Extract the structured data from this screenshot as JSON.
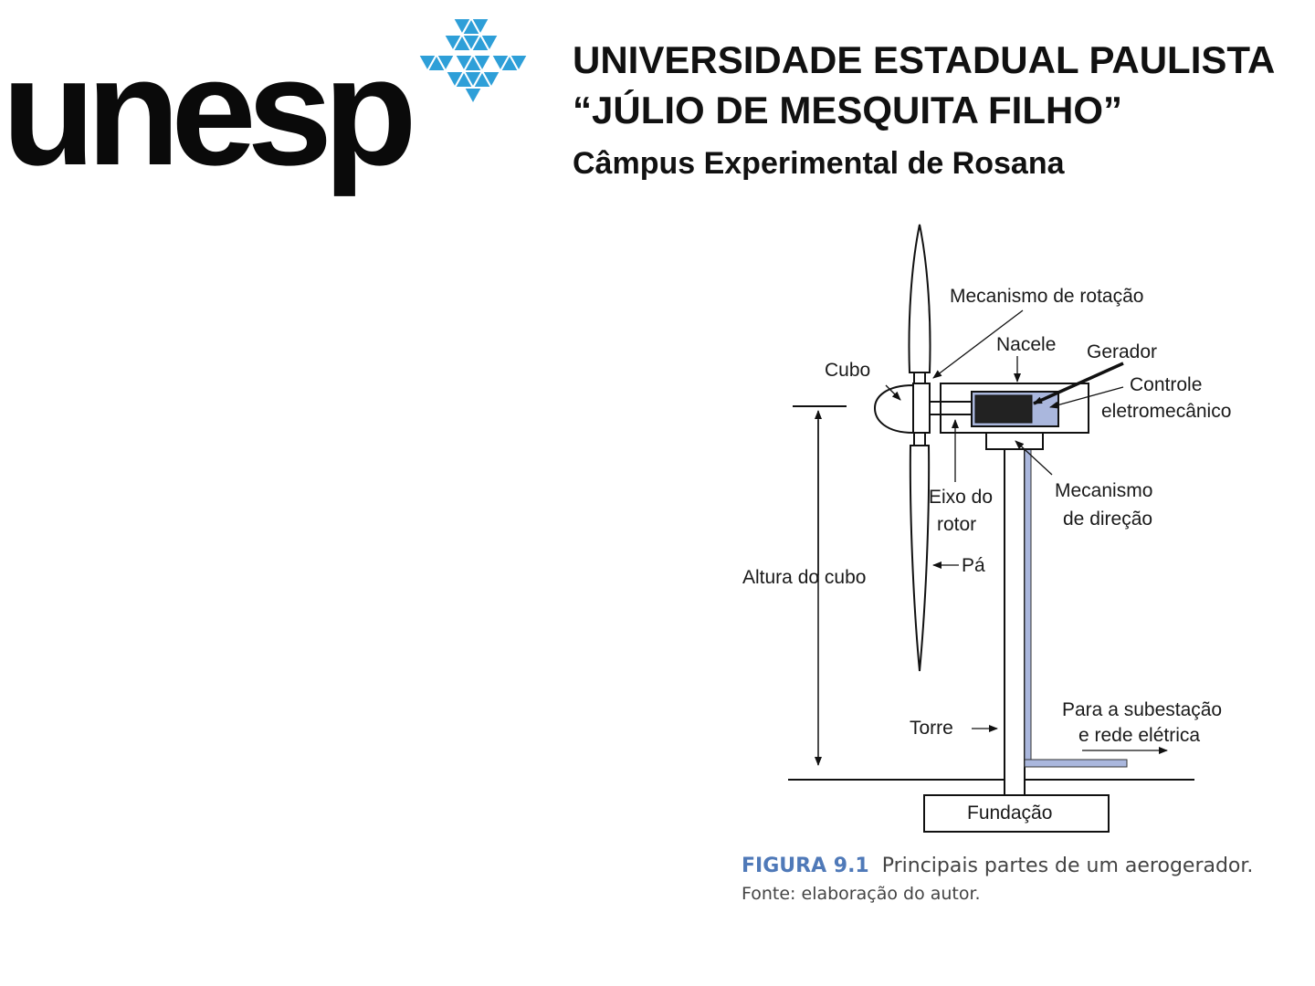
{
  "header": {
    "logo_text": "unesp",
    "university_name": "UNIVERSIDADE ESTADUAL PAULISTA",
    "university_subtitle": "“JÚLIO DE MESQUITA FILHO”",
    "campus": "Câmpus Experimental de Rosana",
    "logo_color": "#2e9fd8"
  },
  "diagram": {
    "labels": {
      "rotation_mechanism": "Mecanismo de rotação",
      "nacelle": "Nacele",
      "generator": "Gerador",
      "hub": "Cubo",
      "control_line1": "Controle",
      "control_line2": "eletromecânico",
      "shaft_line1": "Eixo do",
      "shaft_line2": "rotor",
      "yaw_line1": "Mecanismo",
      "yaw_line2": "de direção",
      "blade": "Pá",
      "hub_height": "Altura do cubo",
      "substation_line1": "Para a subestação",
      "substation_line2": "e rede elétrica",
      "tower": "Torre",
      "foundation": "Fundação"
    },
    "cable_color": "#aab7dd",
    "generator_color": "#222222"
  },
  "caption": {
    "figure_number": "FIGURA 9.1",
    "text": "Principais partes de um aerogerador.",
    "source": "Fonte: elaboração do autor."
  }
}
